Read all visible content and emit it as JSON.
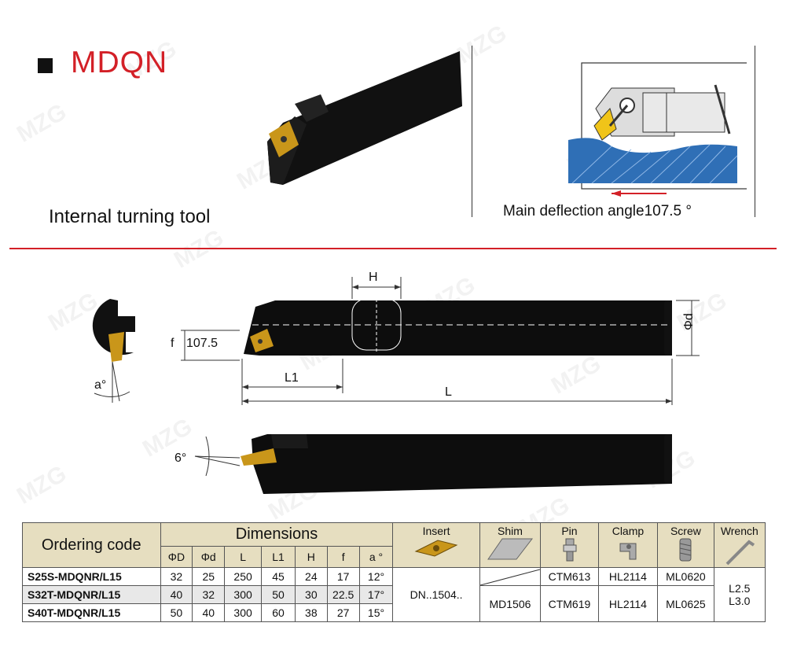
{
  "header": {
    "title": "MDQN",
    "subtitle": "Internal turning tool",
    "diagram_caption": "Main deflection angle107.5 °"
  },
  "watermark": "MZG",
  "drawing": {
    "label_H": "H",
    "label_phid": "Φd",
    "label_f": "f",
    "label_angle": "107.5",
    "label_L1": "L1",
    "label_L": "L",
    "label_a": "a°",
    "label_6deg": "6°"
  },
  "colors": {
    "brand_red": "#d32027",
    "header_bg": "#e6dec0",
    "insert_gold": "#c9961a",
    "water_blue": "#2f6fb6"
  },
  "table": {
    "ordering_code_label": "Ordering code",
    "dimensions_label": "Dimensions",
    "insert_label": "Insert",
    "shim_label": "Shim",
    "pin_label": "Pin",
    "clamp_label": "Clamp",
    "screw_label": "Screw",
    "wrench_label": "Wrench",
    "dim_headers": [
      "ΦD",
      "Φd",
      "L",
      "L1",
      "H",
      "f",
      "a °"
    ],
    "rows": [
      {
        "code": "S25S-MDQNR/L15",
        "values": [
          "32",
          "25",
          "250",
          "45",
          "24",
          "17",
          "12°"
        ]
      },
      {
        "code": "S32T-MDQNR/L15",
        "values": [
          "40",
          "32",
          "300",
          "50",
          "30",
          "22.5",
          "17°"
        ]
      },
      {
        "code": "S40T-MDQNR/L15",
        "values": [
          "50",
          "40",
          "300",
          "60",
          "38",
          "27",
          "15°"
        ]
      }
    ],
    "insert_value": "DN..1504..",
    "shim_value": "MD1506",
    "pin_values": [
      "CTM613",
      "CTM619"
    ],
    "clamp_values": [
      "HL2114",
      "HL2114"
    ],
    "screw_values": [
      "ML0620",
      "ML0625"
    ],
    "wrench_values": [
      "L2.5",
      "L3.0"
    ]
  }
}
